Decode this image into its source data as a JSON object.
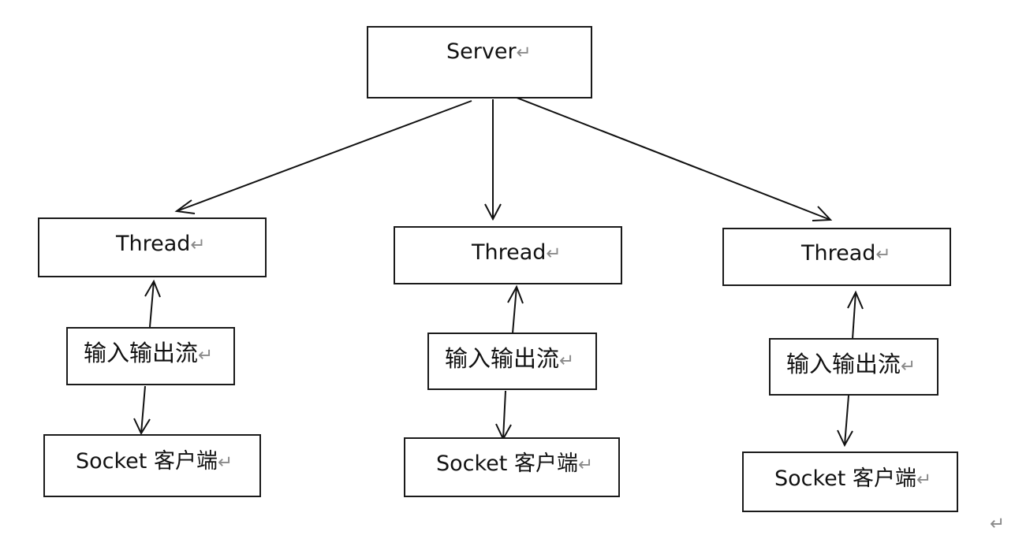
{
  "return_mark": "↵",
  "server": {
    "label": "Server"
  },
  "branches": [
    {
      "thread": "Thread",
      "stream": "输入输出流",
      "client": "Socket 客户端"
    },
    {
      "thread": "Thread",
      "stream": "输入输出流",
      "client": "Socket 客户端"
    },
    {
      "thread": "Thread",
      "stream": "输入输出流",
      "client": "Socket 客户端"
    }
  ]
}
